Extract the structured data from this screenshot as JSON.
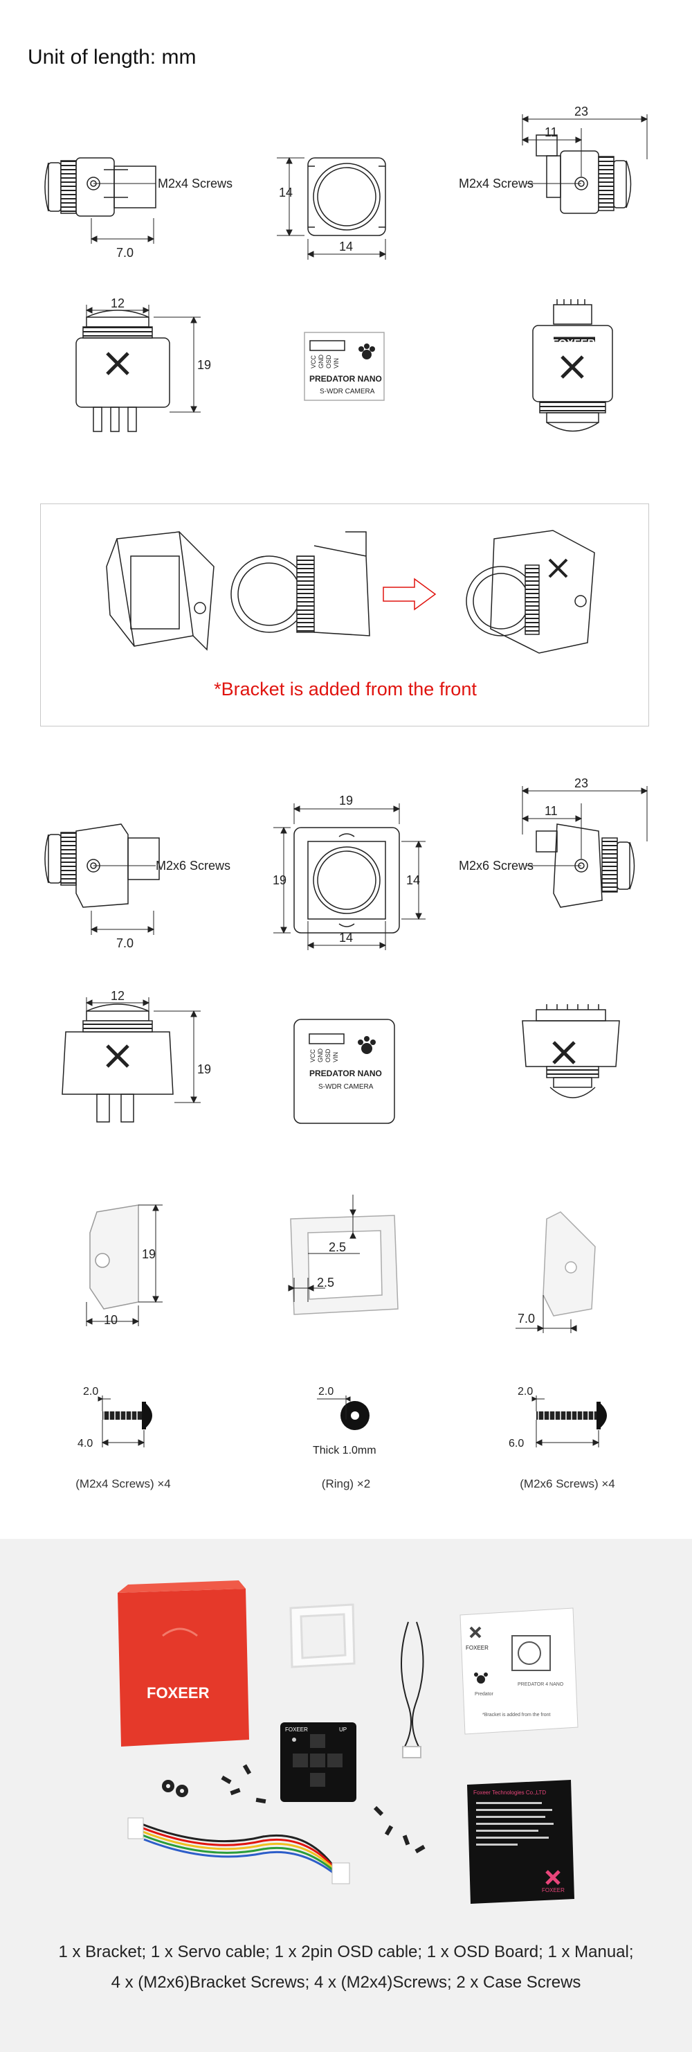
{
  "page": {
    "title": "Unit of length: mm"
  },
  "section1": {
    "side_left_label": "M2x4 Screws",
    "side_left_width": "7.0",
    "front_height": "14",
    "front_width": "14",
    "side_right_label": "M2x4 Screws",
    "side_right_total": "23",
    "side_right_inner": "11",
    "top_width": "12",
    "top_height": "19",
    "back_pins": [
      "VCC",
      "GND",
      "OSD",
      "VIN"
    ],
    "back_label_1": "PREDATOR NANO",
    "back_label_2": "S-WDR CAMERA",
    "brand": "FOXEER"
  },
  "notice": {
    "text": "*Bracket is added from the front"
  },
  "section2": {
    "side_left_label": "M2x6 Screws",
    "side_left_width": "7.0",
    "front_outer_width": "19",
    "front_outer_height": "19",
    "front_inner_height": "14",
    "front_inner_width": "14",
    "side_right_label": "M2x6 Screws",
    "side_right_total": "23",
    "side_right_inner": "11",
    "top_width": "12",
    "top_height": "19",
    "back_pins": [
      "VCC",
      "GND",
      "OSD",
      "VIN"
    ],
    "back_label_1": "PREDATOR NANO",
    "back_label_2": "S-WDR CAMERA"
  },
  "bracket": {
    "side_height": "19",
    "side_width": "10",
    "front_top": "2.5",
    "front_side": "2.5",
    "angle_width": "7.0"
  },
  "hardware": {
    "screw1_dia": "2.0",
    "screw1_len": "4.0",
    "screw1_caption": "(M2x4 Screws) ×4",
    "ring_dia": "2.0",
    "ring_thick": "Thick 1.0mm",
    "ring_caption": "(Ring) ×2",
    "screw2_dia": "2.0",
    "screw2_len": "6.0",
    "screw2_caption": "(M2x6 Screws) ×4"
  },
  "package": {
    "box_brand": "FOXEER",
    "osd_brand": "FOXEER",
    "osd_up": "UP",
    "manual_brand": "FOXEER",
    "manual_product": "PREDATOR 4 NANO",
    "manual_sub": "Predator",
    "manual_note": "*Bracket is added from the front",
    "card_company": "Foxeer Technologies Co.,LTD",
    "card_brand": "FOXEER",
    "contents_line1": "1 x Bracket; 1 x Servo cable; 1 x 2pin OSD cable; 1 x OSD Board; 1 x Manual;",
    "contents_line2": "4 x (M2x6)Bracket Screws; 4 x (M2x4)Screws; 2 x Case Screws"
  },
  "colors": {
    "accent_red": "#e0140f",
    "box_red": "#e5392a",
    "band_gray": "#f1f1f1"
  }
}
